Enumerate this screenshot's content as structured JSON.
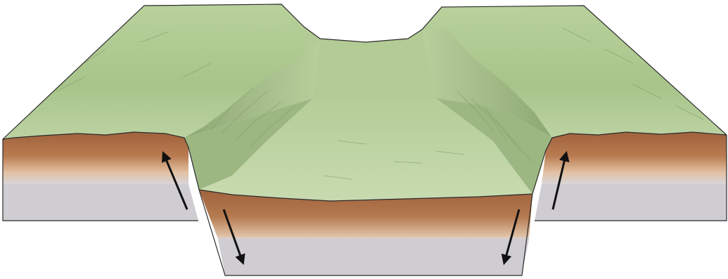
{
  "diagram": {
    "kind": "graben-block-diagram",
    "colors": {
      "background": "#ffffff",
      "surface_light": "#c9dcae",
      "surface_mid": "#a9c48c",
      "surface_dark": "#8aa86e",
      "soil_top": "#a86a43",
      "soil_mid": "#c8956a",
      "bedrock": "#cfcdd3",
      "outline": "#2b2b2b",
      "arrow": "#111111"
    },
    "blocks": [
      {
        "name": "left-horst",
        "movement": "up"
      },
      {
        "name": "central-graben",
        "movement": "down"
      },
      {
        "name": "right-horst",
        "movement": "up"
      }
    ],
    "arrows": [
      {
        "name": "left-fault-up-arrow",
        "direction": "up"
      },
      {
        "name": "graben-left-down-arrow",
        "direction": "down"
      },
      {
        "name": "graben-right-down-arrow",
        "direction": "down"
      },
      {
        "name": "right-fault-up-arrow",
        "direction": "up"
      }
    ]
  }
}
